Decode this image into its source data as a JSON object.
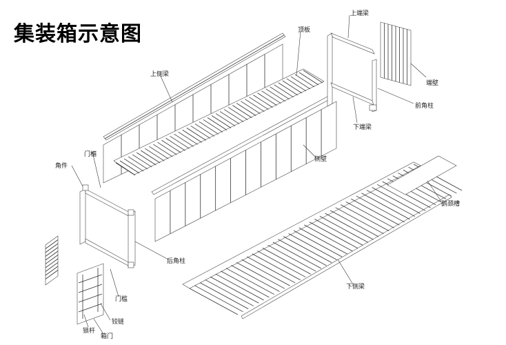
{
  "title": "集装箱示意图",
  "labels": {
    "roof_panel": "顶板",
    "top_end_beam": "上端梁",
    "end_wall": "端壁",
    "top_side_beam": "上侧梁",
    "front_corner_post": "前角柱",
    "bottom_end_beam": "下端梁",
    "door_header": "门楣",
    "corner_fitting": "角件",
    "side_wall": "侧壁",
    "gooseneck_tunnel": "鹅颈槽",
    "rear_corner_post": "后角柱",
    "bottom_side_beam": "下侧梁",
    "door_sill": "门槛",
    "lock_rod": "锁杆",
    "hinge": "铰链",
    "door": "箱门"
  }
}
